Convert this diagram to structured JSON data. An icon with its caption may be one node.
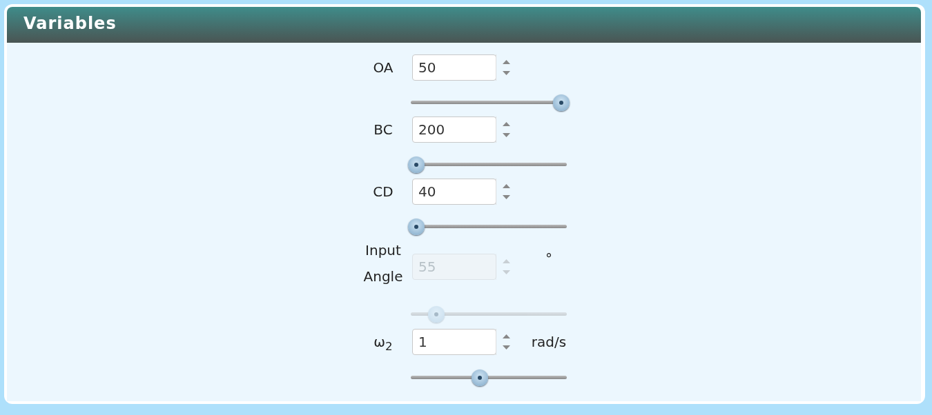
{
  "diagram": {
    "title": "Variables",
    "labels": [
      "OA",
      "50",
      "BC",
      "200",
      "CD",
      "40",
      "Input Angle",
      "55",
      "°",
      "ω$_{2}$",
      "1",
      "rad/s"
    ]
  }
}
